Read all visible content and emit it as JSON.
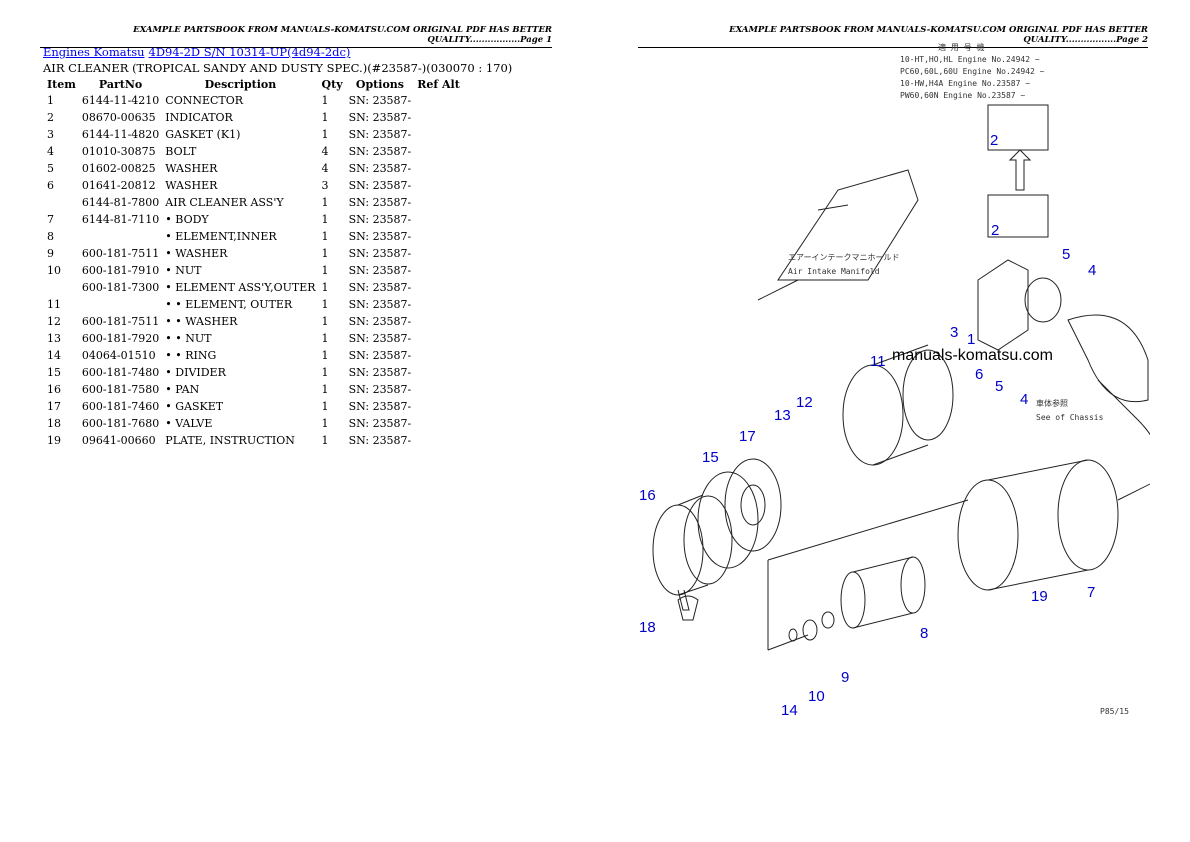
{
  "header": {
    "page1": "EXAMPLE PARTSBOOK FROM MANUALS-KOMATSU.COM ORIGINAL PDF HAS BETTER QUALITY.................Page 1",
    "page2": "EXAMPLE PARTSBOOK FROM MANUALS-KOMATSU.COM ORIGINAL PDF HAS BETTER QUALITY.................Page 2"
  },
  "breadcrumb": {
    "link1": "Engines Komatsu",
    "link2": "4D94-2D S/N 10314-UP(4d94-2dc)"
  },
  "section_title": "AIR CLEANER (TROPICAL SANDY AND DUSTY SPEC.)(#23587-)(030070 : 170)",
  "table": {
    "headers": [
      "Item",
      "PartNo",
      "Description",
      "Qty",
      "Options",
      "Ref Alt"
    ],
    "rows": [
      [
        "1",
        "6144-11-4210",
        "CONNECTOR",
        "1",
        "SN: 23587-"
      ],
      [
        "2",
        "08670-00635",
        "INDICATOR",
        "1",
        "SN: 23587-"
      ],
      [
        "3",
        "6144-11-4820",
        "GASKET (K1)",
        "1",
        "SN: 23587-"
      ],
      [
        "4",
        "01010-30875",
        "BOLT",
        "4",
        "SN: 23587-"
      ],
      [
        "5",
        "01602-00825",
        "WASHER",
        "4",
        "SN: 23587-"
      ],
      [
        "6",
        "01641-20812",
        "WASHER",
        "3",
        "SN: 23587-"
      ],
      [
        "",
        "6144-81-7800",
        "AIR CLEANER ASS'Y",
        "1",
        "SN: 23587-"
      ],
      [
        "7",
        "6144-81-7110",
        "• BODY",
        "1",
        "SN: 23587-"
      ],
      [
        "8",
        "",
        "• ELEMENT,INNER",
        "1",
        "SN: 23587-"
      ],
      [
        "9",
        "600-181-7511",
        "• WASHER",
        "1",
        "SN: 23587-"
      ],
      [
        "10",
        "600-181-7910",
        "• NUT",
        "1",
        "SN: 23587-"
      ],
      [
        "",
        "600-181-7300",
        "• ELEMENT ASS'Y,OUTER",
        "1",
        "SN: 23587-"
      ],
      [
        "11",
        "",
        "• • ELEMENT, OUTER",
        "1",
        "SN: 23587-"
      ],
      [
        "12",
        "600-181-7511",
        "• • WASHER",
        "1",
        "SN: 23587-"
      ],
      [
        "13",
        "600-181-7920",
        "• • NUT",
        "1",
        "SN: 23587-"
      ],
      [
        "14",
        "04064-01510",
        "• • RING",
        "1",
        "SN: 23587-"
      ],
      [
        "15",
        "600-181-7480",
        "• DIVIDER",
        "1",
        "SN: 23587-"
      ],
      [
        "16",
        "600-181-7580",
        "• PAN",
        "1",
        "SN: 23587-"
      ],
      [
        "17",
        "600-181-7460",
        "• GASKET",
        "1",
        "SN: 23587-"
      ],
      [
        "18",
        "600-181-7680",
        "• VALVE",
        "1",
        "SN: 23587-"
      ],
      [
        "19",
        "09641-00660",
        "PLATE, INSTRUCTION",
        "1",
        "SN: 23587-"
      ]
    ]
  },
  "diagram": {
    "applicability": [
      "適 用 号 機",
      "10-HT,HO,HL   Engine No.24942 ~",
      "PC60,60L,60U  Engine No.24942 ~",
      "10-HW,H4A     Engine No.23587 ~",
      "PW60,60N      Engine No.23587 ~"
    ],
    "intake_jp": "エアーインテークマニホールド",
    "intake_en": "Air Intake Manifold",
    "chassis_jp": "車体参照",
    "chassis_en": "See of Chassis",
    "watermark": "manuals-komatsu.com",
    "footer": "P85/15",
    "callouts": [
      "2",
      "2",
      "5",
      "4",
      "3",
      "1",
      "11",
      "6",
      "5",
      "4",
      "12",
      "13",
      "17",
      "15",
      "16",
      "7",
      "19",
      "8",
      "18",
      "9",
      "10",
      "14"
    ]
  },
  "colors": {
    "callout": "#0000c8",
    "link": "#0000ee"
  }
}
